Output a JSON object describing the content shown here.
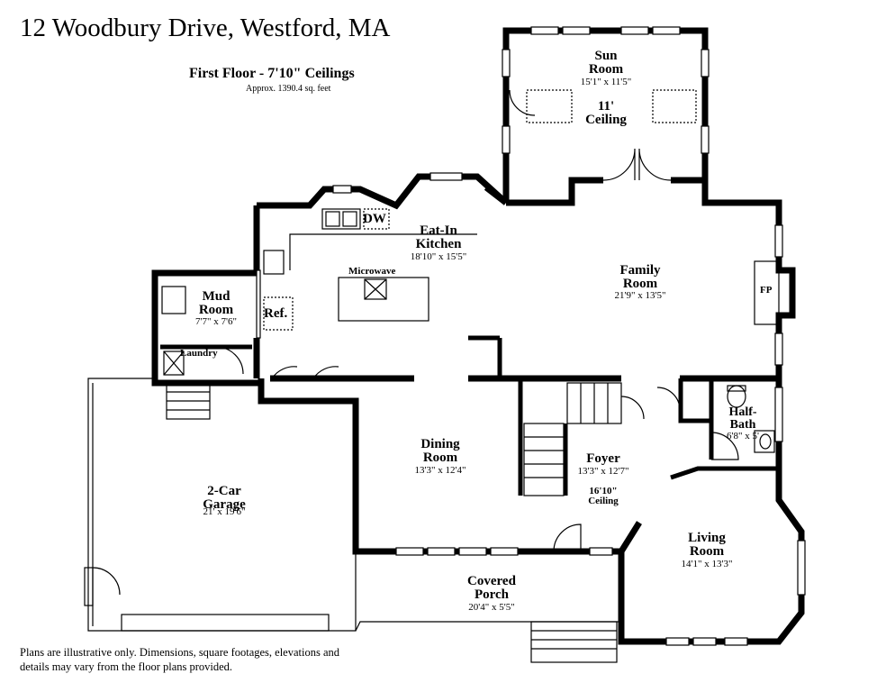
{
  "header": {
    "address": "12 Woodbury Drive, Westford, MA",
    "floor_title": "First Floor - 7'10\" Ceilings",
    "square_footage": "Approx. 1390.4 sq. feet"
  },
  "rooms": {
    "sun_room": {
      "name_line1": "Sun",
      "name_line2": "Room",
      "dims": "15'1\" x 11'5\"",
      "ceiling_line1": "11'",
      "ceiling_line2": "Ceiling"
    },
    "kitchen": {
      "name_line1": "Eat-In",
      "name_line2": "Kitchen",
      "dims": "18'10\" x 15'5\""
    },
    "family_room": {
      "name_line1": "Family",
      "name_line2": "Room",
      "dims": "21'9\" x 13'5\""
    },
    "mud_room": {
      "name_line1": "Mud",
      "name_line2": "Room",
      "dims": "7'7\" x 7'6\""
    },
    "dining_room": {
      "name_line1": "Dining",
      "name_line2": "Room",
      "dims": "13'3\" x 12'4\""
    },
    "foyer": {
      "name": "Foyer",
      "dims": "13'3\" x 12'7\"",
      "ceiling_line1": "16'10\"",
      "ceiling_line2": "Ceiling"
    },
    "half_bath": {
      "name_line1": "Half-",
      "name_line2": "Bath",
      "dims": "6'8\" x 5'"
    },
    "garage": {
      "name_line1": "2-Car",
      "name_line2": "Garage",
      "dims": "21' x 19'6\""
    },
    "living_room": {
      "name_line1": "Living",
      "name_line2": "Room",
      "dims": "14'1\" x 13'3\""
    },
    "porch": {
      "name_line1": "Covered",
      "name_line2": "Porch",
      "dims": "20'4\" x 5'5\""
    }
  },
  "fixtures": {
    "dishwasher": "DW",
    "microwave": "Microwave",
    "refrigerator": "Ref.",
    "fireplace": "FP",
    "laundry": "Laundry"
  },
  "disclaimer": "Plans are illustrative only. Dimensions, square footages, elevations and details may vary from the floor plans provided."
}
